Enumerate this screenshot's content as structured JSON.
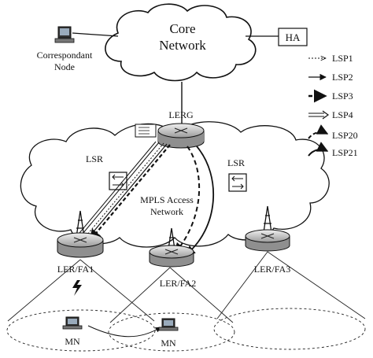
{
  "core_network": {
    "line1": "Core",
    "line2": "Network"
  },
  "ha": {
    "label": "HA"
  },
  "correspondent": {
    "line1": "Correspondant",
    "line2": "Node"
  },
  "lerg": {
    "label": "LERG"
  },
  "lsr_left": {
    "label": "LSR"
  },
  "lsr_right": {
    "label": "LSR"
  },
  "access_network": {
    "line1": "MPLS Access",
    "line2": "Network"
  },
  "fa1": {
    "label": "LER/FA1"
  },
  "fa2": {
    "label": "LER/FA2"
  },
  "fa3": {
    "label": "LER/FA3"
  },
  "mn_left": {
    "label": "MN"
  },
  "mn_right": {
    "label": "MN"
  },
  "legend": {
    "items": [
      {
        "label": "LSP1",
        "style": "dotted-arrow"
      },
      {
        "label": "LSP2",
        "style": "solid-arrow"
      },
      {
        "label": "LSP3",
        "style": "dashed-bold-arrow"
      },
      {
        "label": "LSP4",
        "style": "double-line-arrow"
      },
      {
        "label": "LSP20",
        "style": "curved-dashed-arrow"
      },
      {
        "label": "LSP21",
        "style": "curved-solid-arrow"
      }
    ]
  },
  "colors": {
    "line": "#111111",
    "router_fill": "#bdbdbd",
    "router_top": "#e6e6e6",
    "background": "#ffffff"
  }
}
